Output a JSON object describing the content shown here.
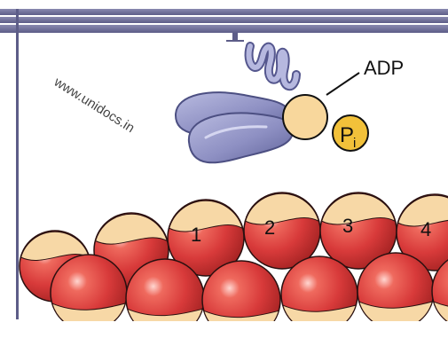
{
  "labels": {
    "adp": "ADP",
    "pi": "P",
    "pi_subscript": "i",
    "actin_numbers": [
      "1",
      "2",
      "3",
      "4"
    ]
  },
  "watermark": "www.unidocs.in",
  "colors": {
    "frame": "#6f6f9a",
    "head": "#8f92c4",
    "adp_ball": "#f8d79c",
    "pi_ball": "#f2c13a",
    "actin_red": "#d83a3a",
    "actin_cream": "#f7d8a6"
  }
}
